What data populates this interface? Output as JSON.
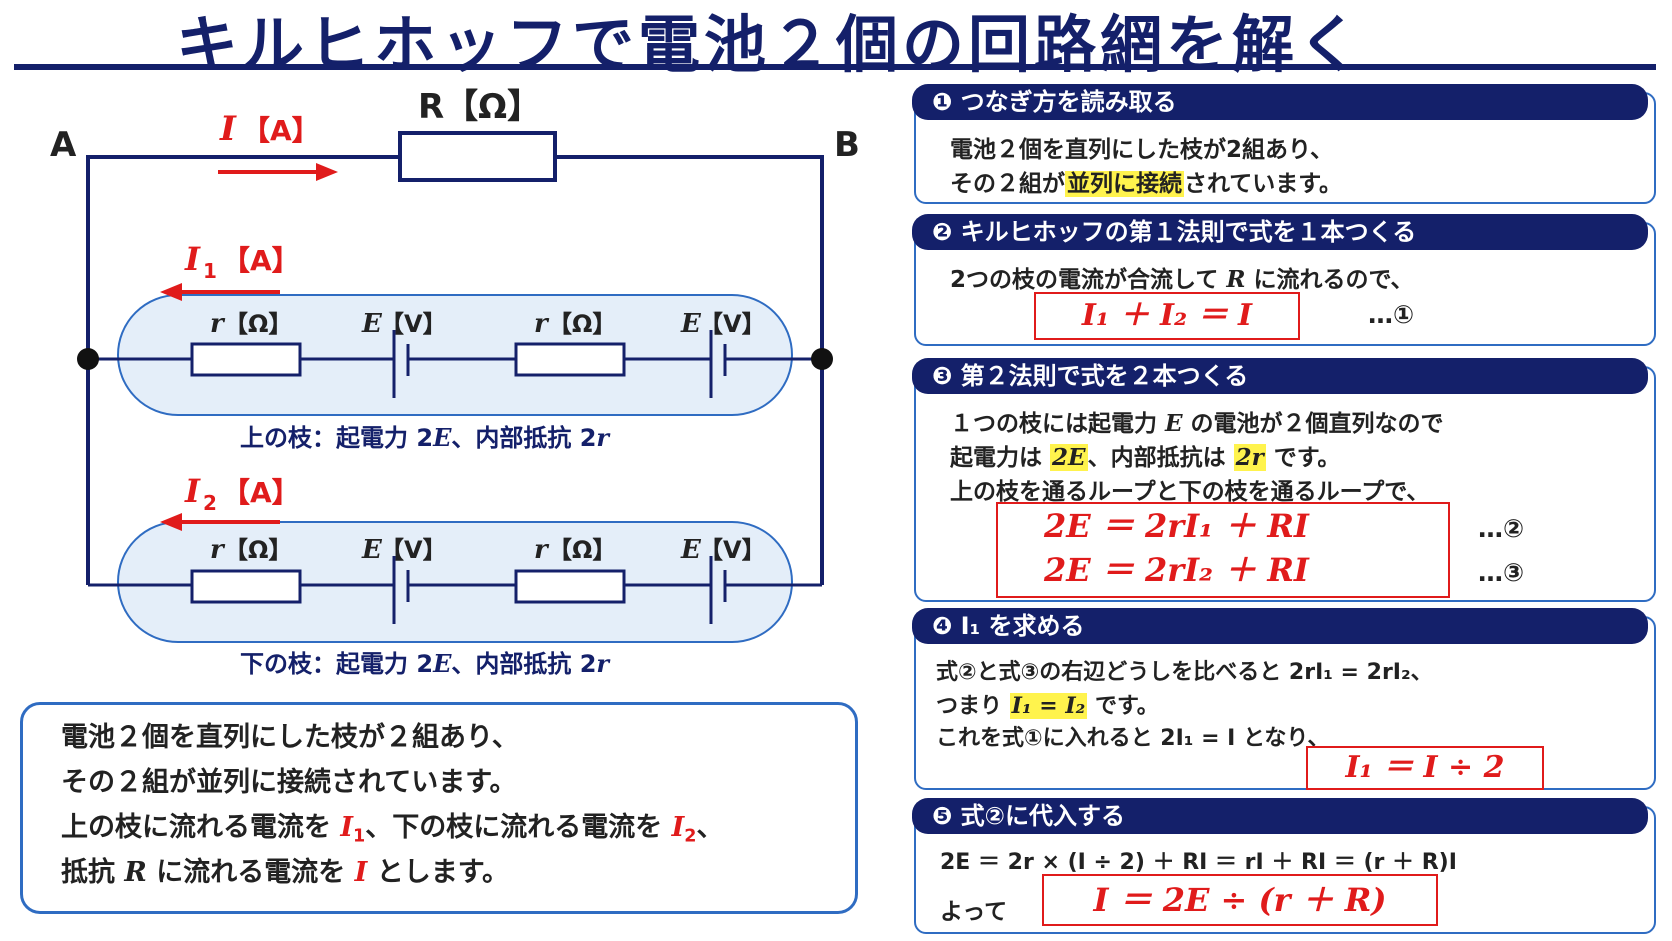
{
  "title": "キルヒホッフで電池２個の回路網を解く",
  "circuit": {
    "node_a": "A",
    "node_b": "B",
    "main_current": "I",
    "main_current_unit": "【A】",
    "main_resistor": "R【Ω】",
    "branch1_current": "I",
    "branch1_sub": "1",
    "branch1_unit": "【A】",
    "branch2_current": "I",
    "branch2_sub": "2",
    "branch2_unit": "【A】",
    "resistor_label_var": "r",
    "resistor_label_unit": "【Ω】",
    "battery_label_var": "E",
    "battery_label_unit": "【V】",
    "branch1_caption_pre": "上の枝：起電力 2",
    "branch1_caption_e": "E",
    "branch1_caption_mid": "、内部抵抗 2",
    "branch1_caption_r": "r",
    "branch2_caption_pre": "下の枝：起電力 2",
    "branch2_caption_e": "E",
    "branch2_caption_mid": "、内部抵抗 2",
    "branch2_caption_r": "r",
    "colors": {
      "wire": "#14206a",
      "current": "#e01b1b",
      "branch_fill": "#e4eef9",
      "branch_stroke": "#2f6cc2"
    }
  },
  "description": {
    "line1": "電池２個を直列にした枝が２組あり、",
    "line2": "その２組が並列に接続されています。",
    "line3_a": "上の枝に流れる電流を ",
    "line3_i1": "I",
    "line3_i1_sub": "1",
    "line3_b": "、下の枝に流れる電流を ",
    "line3_i2": "I",
    "line3_i2_sub": "2",
    "line3_c": "、",
    "line4_a": "抵抗 ",
    "line4_r": "R",
    "line4_b": " に流れる電流を ",
    "line4_i": "I",
    "line4_c": " とします。"
  },
  "steps": {
    "s1": {
      "title": "❶ つなぎ方を読み取る",
      "line1": "電池２個を直列にした枝が2組あり、",
      "line2_a": "その２組が",
      "line2_hl": "並列に接続",
      "line2_b": "されています。"
    },
    "s2": {
      "title": "❷ キルヒホッフの第１法則で式を１本つくる",
      "line1_a": "2つの枝の電流が合流して ",
      "line1_r": "R",
      "line1_b": " に流れるので、",
      "eq": "I₁ ＋ I₂ ＝ I",
      "tag": "…①"
    },
    "s3": {
      "title": "❸ 第２法則で式を２本つくる",
      "line1_a": "１つの枝には起電力 ",
      "line1_e": "E",
      "line1_b": " の電池が２個直列なので",
      "line2_a": "起電力は ",
      "line2_hl1": "2E",
      "line2_b": "、内部抵抗は ",
      "line2_hl2": "2r",
      "line2_c": " です。",
      "line3": "上の枝を通るループと下の枝を通るループで、",
      "eq1": "2E ＝ 2rI₁ ＋ RI",
      "eq2": "2E ＝ 2rI₂ ＋ RI",
      "tag1": "…②",
      "tag2": "…③"
    },
    "s4": {
      "title": "❹ I₁ を求める",
      "line1": "式②と式③の右辺どうしを比べると 2rI₁ = 2rI₂、",
      "line2_a": "つまり ",
      "line2_hl": "I₁ = I₂",
      "line2_b": " です。",
      "line3": "これを式①に入れると 2I₁ = I となり、",
      "eq": "I₁ ＝ I ÷ 2"
    },
    "s5": {
      "title": "❺ 式②に代入する",
      "line1": "2E ＝ 2r × (I ÷ 2) ＋ RI ＝ rI ＋ RI ＝ (r ＋ R)I",
      "line2": "よって",
      "eq": "I ＝ 2E ÷ (r ＋ R)"
    }
  }
}
